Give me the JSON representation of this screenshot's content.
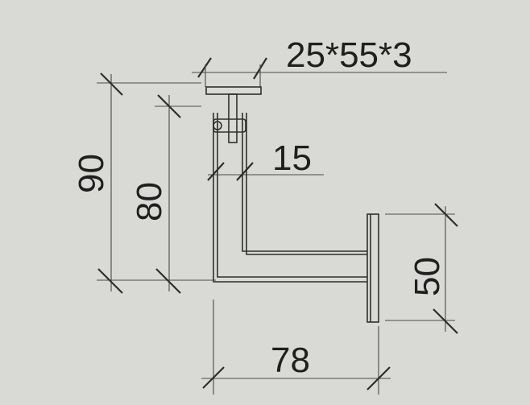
{
  "dimensions": {
    "top_section": "25*55*3",
    "arm_width": "15",
    "overall_height": "90",
    "arm_height": "80",
    "plate_height": "50",
    "overall_width": "78"
  },
  "colors": {
    "paper": "#d9d9d6",
    "ink": "#2f2f2f"
  }
}
